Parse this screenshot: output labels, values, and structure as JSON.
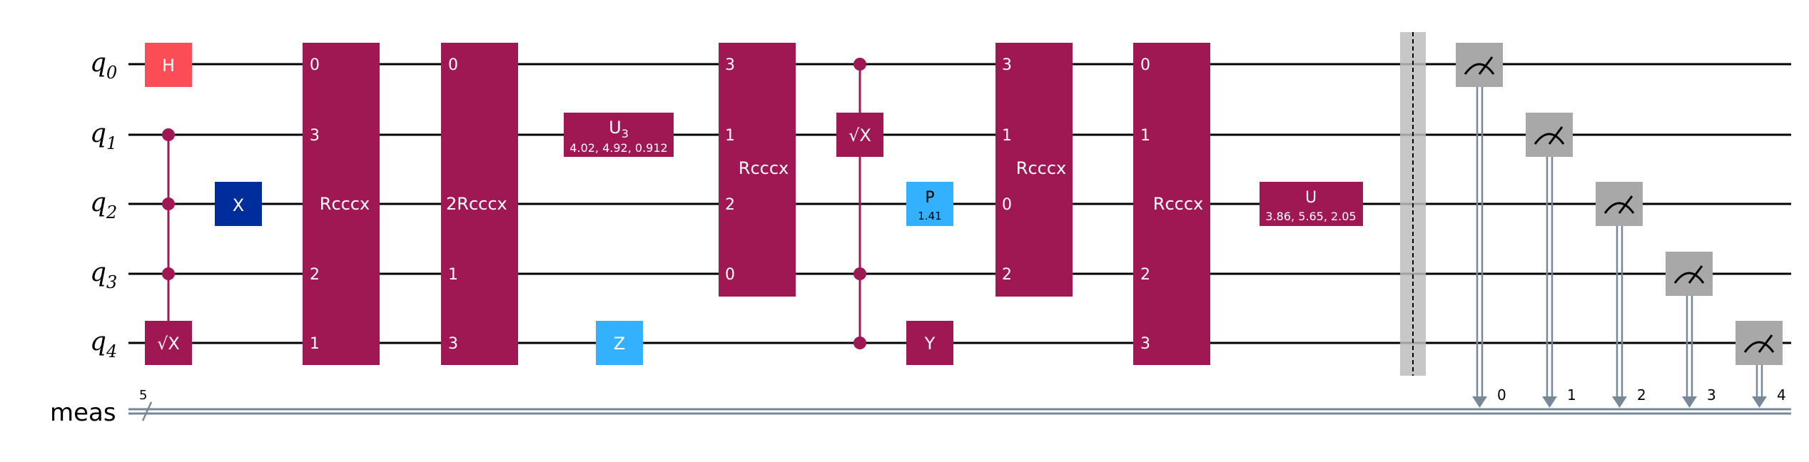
{
  "colors": {
    "h_gate": "#FA4D56",
    "x_gate": "#002D9C",
    "multi_gate": "#9F1853",
    "z_gate": "#33B1FF",
    "p_gate": "#33B1FF",
    "barrier": "#BDBDBD",
    "measure": "#A8A8A8",
    "classical": "#778899"
  },
  "registers": [
    {
      "name": "q",
      "sub": "0"
    },
    {
      "name": "q",
      "sub": "1"
    },
    {
      "name": "q",
      "sub": "2"
    },
    {
      "name": "q",
      "sub": "3"
    },
    {
      "name": "q",
      "sub": "4"
    }
  ],
  "classical": {
    "name": "meas",
    "size": "5"
  },
  "gates": {
    "h": "H",
    "x": "X",
    "sx": "√X",
    "u3": "U",
    "u3_sub": "3",
    "u3_params": "4.02, 4.92, 0.912",
    "z": "Z",
    "p": "P",
    "p_param": "1.41",
    "y": "Y",
    "u": "U",
    "u_params": "3.86, 5.65, 2.05",
    "rcccx": "Rcccx",
    "rcccx_prefixed": "2Rcccx"
  },
  "rcccx_blocks": [
    {
      "id": "r1",
      "labels": [
        "0",
        "3",
        "",
        "2",
        "1"
      ]
    },
    {
      "id": "r2",
      "labels": [
        "0",
        "",
        "",
        "1",
        "3"
      ]
    },
    {
      "id": "r3",
      "labels": [
        "3",
        "1",
        "2",
        "0",
        ""
      ]
    },
    {
      "id": "r4",
      "labels": [
        "3",
        "1",
        "0",
        "2",
        ""
      ]
    },
    {
      "id": "r5",
      "labels": [
        "0",
        "1",
        "",
        "2",
        "3"
      ]
    }
  ],
  "measure_bits": [
    "0",
    "1",
    "2",
    "3",
    "4"
  ]
}
